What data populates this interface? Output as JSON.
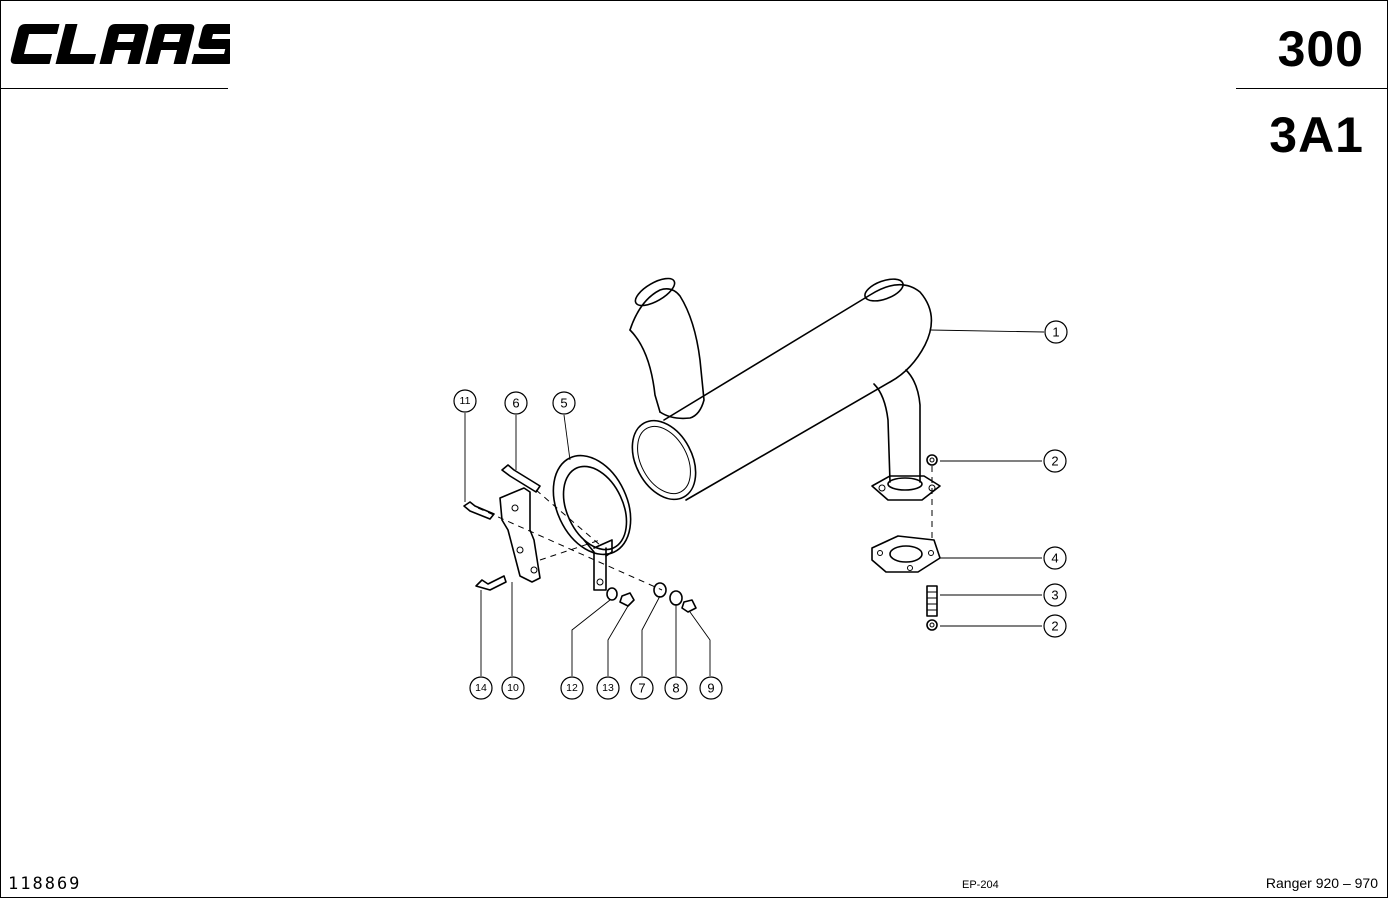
{
  "header": {
    "logo_text": "CLAAS",
    "section_code": "300",
    "subsection_code": "3A1"
  },
  "footer": {
    "reference_number": "118869",
    "ep_code": "EP-204",
    "model": "Ranger 920 – 970"
  },
  "callouts": [
    {
      "label": "1"
    },
    {
      "label": "2"
    },
    {
      "label": "4"
    },
    {
      "label": "3"
    },
    {
      "label": "2"
    },
    {
      "label": "11"
    },
    {
      "label": "6"
    },
    {
      "label": "5"
    },
    {
      "label": "14"
    },
    {
      "label": "10"
    },
    {
      "label": "12"
    },
    {
      "label": "13"
    },
    {
      "label": "7"
    },
    {
      "label": "8"
    },
    {
      "label": "9"
    }
  ]
}
